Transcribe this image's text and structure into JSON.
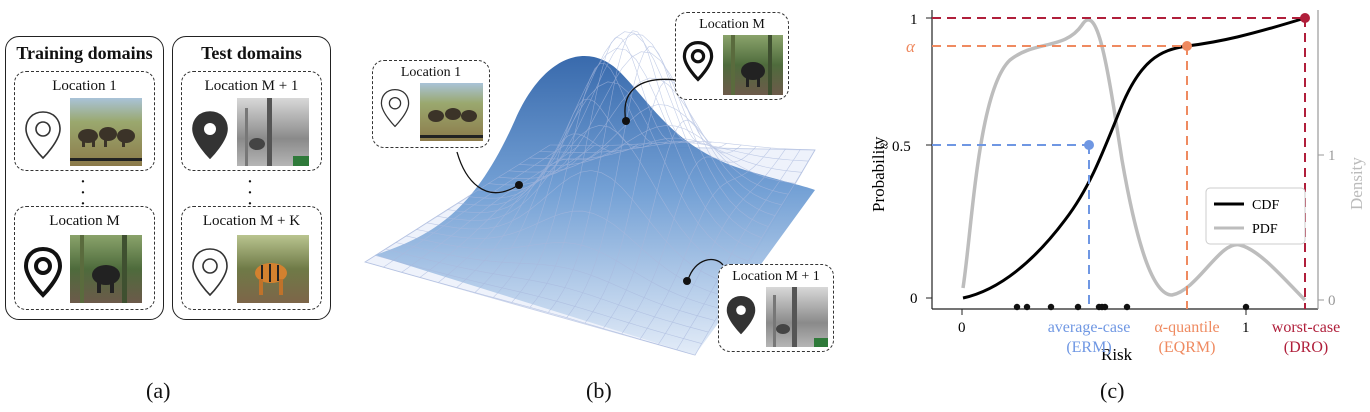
{
  "panel_a": {
    "training": {
      "title": "Training domains",
      "items": [
        {
          "label": "Location 1",
          "icon": "location-pin-outline-icon"
        },
        {
          "label": "Location M",
          "icon": "location-pin-bold-icon"
        }
      ]
    },
    "test": {
      "title": "Test domains",
      "items": [
        {
          "label": "Location M + 1",
          "icon": "location-pin-filled-icon"
        },
        {
          "label": "Location M + K",
          "icon": "location-pin-outline-icon"
        }
      ]
    },
    "caption": "(a)"
  },
  "panel_b": {
    "callouts": [
      {
        "label": "Location 1"
      },
      {
        "label": "Location M"
      },
      {
        "label": "Location M + 1"
      }
    ],
    "caption": "(b)"
  },
  "panel_c": {
    "caption": "(c)",
    "y_label": "Probability",
    "y2_label": "Density",
    "x_label": "Risk",
    "y_ticks": {
      "t0": "0",
      "t05": "≈ 0.5",
      "t1": "1",
      "alpha": "α"
    },
    "y2_ticks": {
      "t0": "0",
      "t1": "1"
    },
    "x_ticks": {
      "t0": "0",
      "t1": "1"
    },
    "legend": {
      "cdf": "CDF",
      "pdf": "PDF"
    },
    "annotations": {
      "avg1": "average-case",
      "avg2": "(ERM)",
      "q1": "α-quantile",
      "q2": "(EQRM)",
      "w1": "worst-case",
      "w2": "(DRO)"
    },
    "colors": {
      "avg": "#6f97e3",
      "quantile": "#ef8a60",
      "worst": "#b01f3b",
      "cdf": "#000000",
      "pdf": "#bdbdbd"
    }
  }
}
